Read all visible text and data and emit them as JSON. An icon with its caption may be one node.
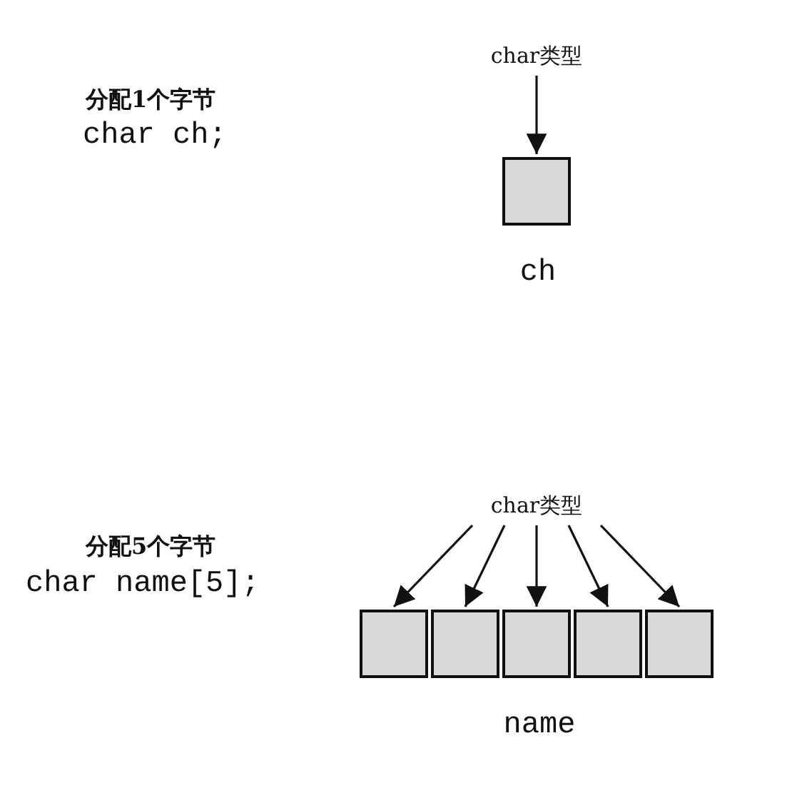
{
  "diagram": {
    "nodes": [
      {
        "text": [
          "char类型"
        ]
      },
      {
        "text": [],
        "shape": "box",
        "beside": [
          "ch"
        ]
      },
      {
        "text": [
          "char类型"
        ]
      },
      {
        "text": [],
        "shape": "box"
      },
      {
        "text": [],
        "shape": "box"
      },
      {
        "text": [],
        "shape": "box"
      },
      {
        "text": [],
        "shape": "box"
      },
      {
        "text": [],
        "shape": "box"
      }
    ],
    "edges": [
      {
        "from": 0,
        "to": 1,
        "arrow": "to"
      },
      {
        "from": 2,
        "to": 3,
        "arrow": "to"
      },
      {
        "from": 2,
        "to": 4,
        "arrow": "to"
      },
      {
        "from": 2,
        "to": 5,
        "arrow": "to"
      },
      {
        "from": 2,
        "to": 6,
        "arrow": "to"
      },
      {
        "from": 2,
        "to": 7,
        "arrow": "to"
      }
    ],
    "labels": [
      "分配1个字节",
      "char ch;",
      "分配5个字节",
      "char name[5];",
      "name"
    ]
  }
}
